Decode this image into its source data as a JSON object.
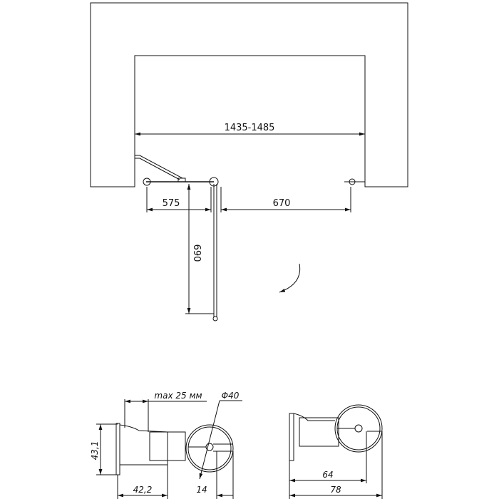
{
  "plan": {
    "dim_opening": "1435-1485",
    "dim_fixed": "575",
    "dim_door_opening": "670",
    "dim_door_length": "690"
  },
  "profile_detail": {
    "dim_max_gap": "max 25 мм",
    "dim_diameter": "Φ40",
    "dim_height": "43,1",
    "dim_width": "42,2",
    "dim_offset": "14"
  },
  "profile_detail_2": {
    "dim_axis": "64",
    "dim_total": "78"
  }
}
